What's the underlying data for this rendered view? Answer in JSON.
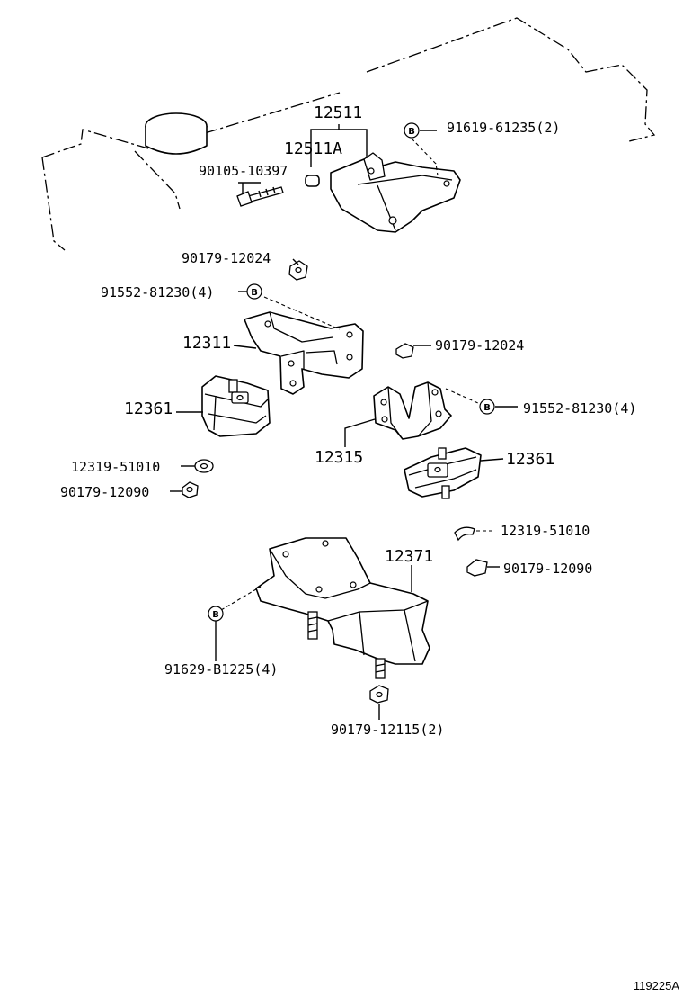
{
  "diagram": {
    "code": "119225A",
    "bolt_symbol": "B",
    "labels": {
      "p12511": "12511",
      "p12511a": "12511A",
      "p91619_61235": "91619-61235(2)",
      "p90105_10397": "90105-10397",
      "p90179_12024_a": "90179-12024",
      "p91552_81230_a": "91552-81230(4)",
      "p12311": "12311",
      "p90179_12024_b": "90179-12024",
      "p12361_a": "12361",
      "p91552_81230_b": "91552-81230(4)",
      "p12315": "12315",
      "p12361_b": "12361",
      "p12319_51010_a": "12319-51010",
      "p90179_12090_a": "90179-12090",
      "p12319_51010_b": "12319-51010",
      "p90179_12090_b": "90179-12090",
      "p12371": "12371",
      "p91629_b1225": "91629-B1225(4)",
      "p90179_12115": "90179-12115(2)"
    }
  }
}
